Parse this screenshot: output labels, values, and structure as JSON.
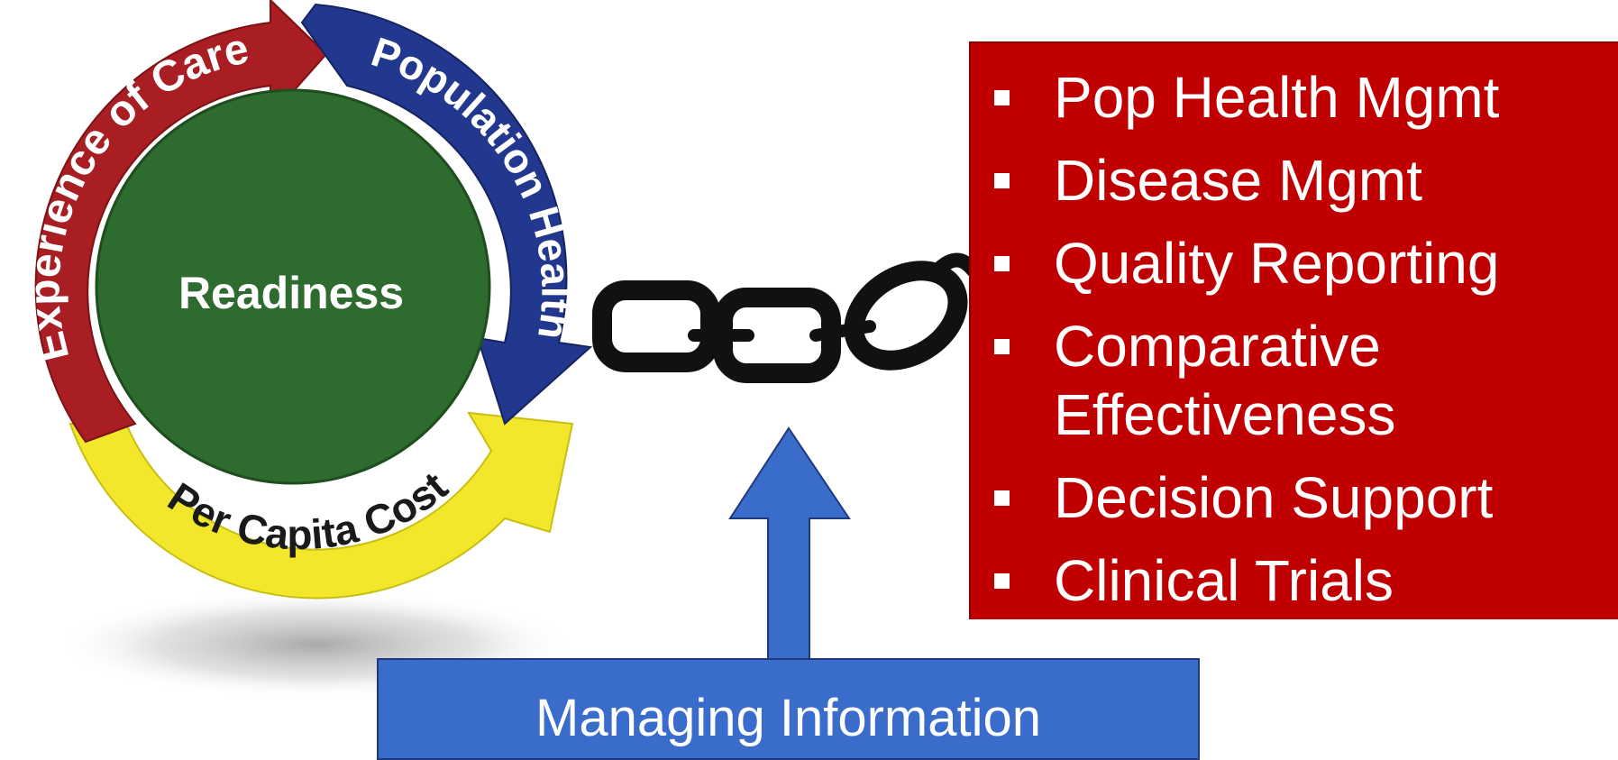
{
  "cycle": {
    "center_label": "Readiness",
    "arc_labels": {
      "experience": "Experience of Care",
      "population": "Population Health",
      "cost": "Per Capita Cost"
    },
    "colors": {
      "center": "#2e6b2e",
      "experience": "#a81e22",
      "population": "#22378e",
      "cost": "#f2e72a"
    }
  },
  "capabilities": {
    "items": [
      "Pop Health Mgmt",
      "Disease Mgmt",
      "Quality Reporting",
      "Comparative Effectiveness",
      "Decision Support",
      "Clinical Trials"
    ],
    "background": "#c00000"
  },
  "connector": {
    "icon": "chain-icon",
    "arrow_icon": "up-arrow-icon",
    "arrow_color": "#3a6ccc"
  },
  "footer_box": {
    "label": "Managing Information",
    "background": "#3a6ccc"
  }
}
